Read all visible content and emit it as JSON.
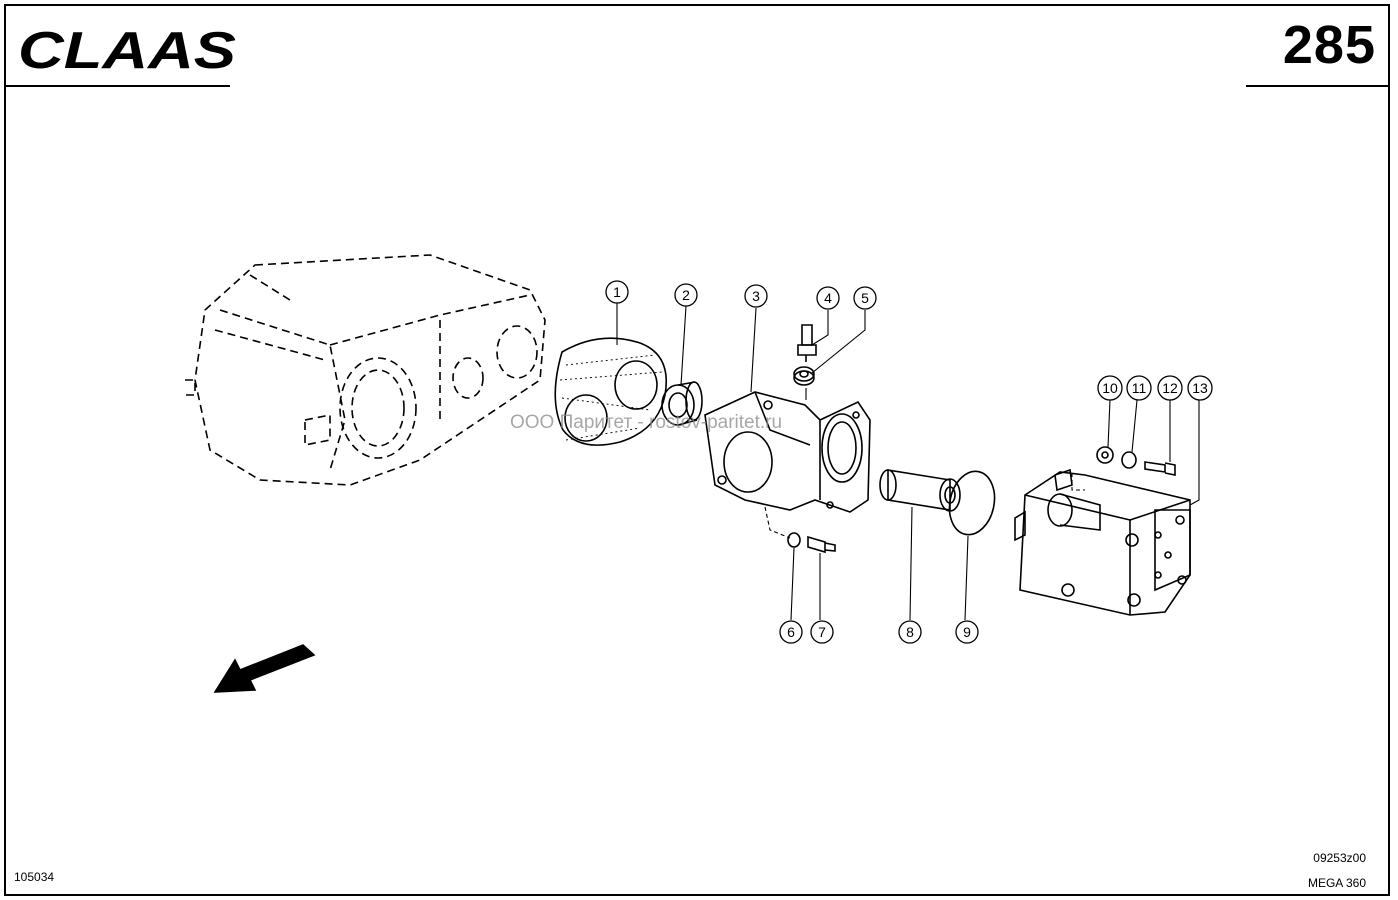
{
  "brand": {
    "logo_name": "claas-logo",
    "logo_text": "CLAAS"
  },
  "page_number": "285",
  "watermark": "ООО Паритет - rostov-paritet.ru",
  "footer": {
    "left_code": "105034",
    "drawing_code": "09253z00",
    "model": "MEGA 360"
  },
  "callouts": [
    "1",
    "2",
    "3",
    "4",
    "5",
    "6",
    "7",
    "8",
    "9",
    "10",
    "11",
    "12",
    "13"
  ],
  "colors": {
    "ink": "#000000",
    "watermark": "#8a8a8a",
    "background": "#ffffff"
  }
}
